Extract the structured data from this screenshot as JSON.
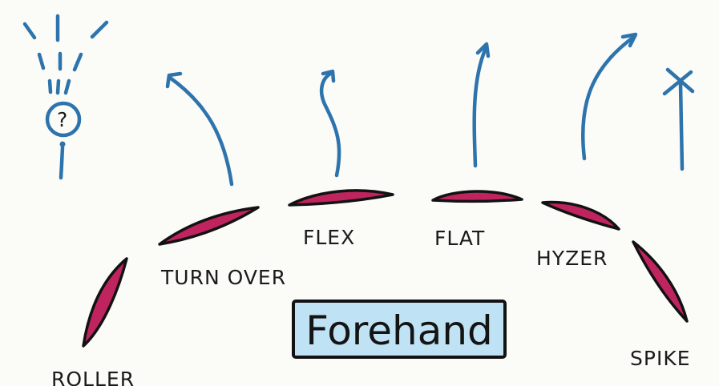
{
  "title": "Forehand",
  "labels": {
    "roller": "ROLLER",
    "turnover": "TURN OVER",
    "flex": "FLEX",
    "flat": "FLAT",
    "hyzer": "HYZER",
    "spike": "SPIKE",
    "question": "?"
  },
  "colors": {
    "background": "#fbfbf8",
    "disc_fill": "#c0245f",
    "outline": "#121212",
    "arrow": "#2d74ad",
    "title_box": "#bfe3f5"
  },
  "icons": {
    "roller_path": "question-mark-bulb-icon",
    "spike_path": "x-mark-icon"
  }
}
